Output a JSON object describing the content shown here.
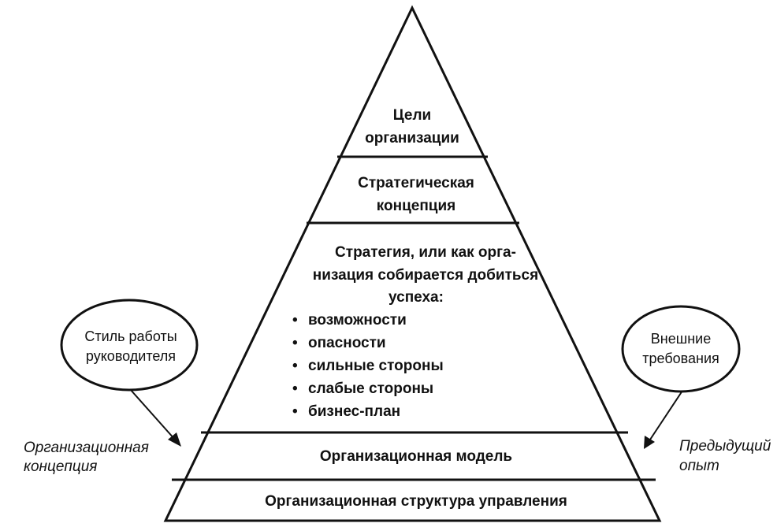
{
  "pyramid": {
    "goals": [
      "Цели",
      "организации"
    ],
    "concept": [
      "Стратегическая",
      "концепция"
    ],
    "strategy": {
      "lines": [
        "Стратегия, или как орга-",
        "низация собирается добиться",
        "успеха:"
      ],
      "bullet_symbol": "•",
      "bullets": [
        "возможности",
        "опасности",
        "сильные стороны",
        "слабые стороны",
        "бизнес-план"
      ]
    },
    "model": "Организационная модель",
    "structure": "Организационная структура управления"
  },
  "left_ellipse": [
    "Стиль работы",
    "руководителя"
  ],
  "right_ellipse": [
    "Внешние",
    "требования"
  ],
  "left_side_label": [
    "Организационная",
    "концепция"
  ],
  "right_side_label": [
    "Предыдущий",
    "опыт"
  ]
}
